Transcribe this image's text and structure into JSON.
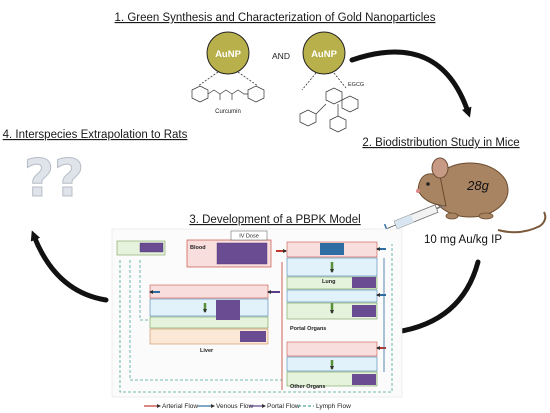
{
  "headings": {
    "synthesis": "1. Green Synthesis and Characterization of Gold Nanoparticles",
    "biodistribution": "2. Biodistribution Study in Mice",
    "pbpk": "3. Development of a PBPK Model",
    "extrapolation": "4. Interspecies Extrapolation to Rats"
  },
  "nanoparticles": {
    "left_label": "AuNP",
    "right_label": "AuNP",
    "conjunction": "AND",
    "left_ligand": "Curcumin",
    "right_ligand": "EGCG"
  },
  "mouse": {
    "weight": "28g",
    "dose": "10 mg Au/kg IP"
  },
  "question_marks": "??",
  "pbpk": {
    "iv_dose": "IV Dose",
    "compartments": {
      "blood": "Blood",
      "lung": "Lung",
      "portal": "Portal Organs",
      "liver": "Liver",
      "other": "Other Organs"
    },
    "legend": {
      "arterial": "Arterial Flow",
      "venous": "Venous Flow",
      "portal": "Portal Flow",
      "lymph": "Lymph Flow"
    }
  },
  "colors": {
    "gold": "#b8b04a",
    "arrow": "#111111",
    "question": "#dfe3ea",
    "arterial": "#c0392b",
    "venous": "#2e6da4",
    "portal": "#5a3e8a",
    "lymph": "#4aa69a"
  }
}
